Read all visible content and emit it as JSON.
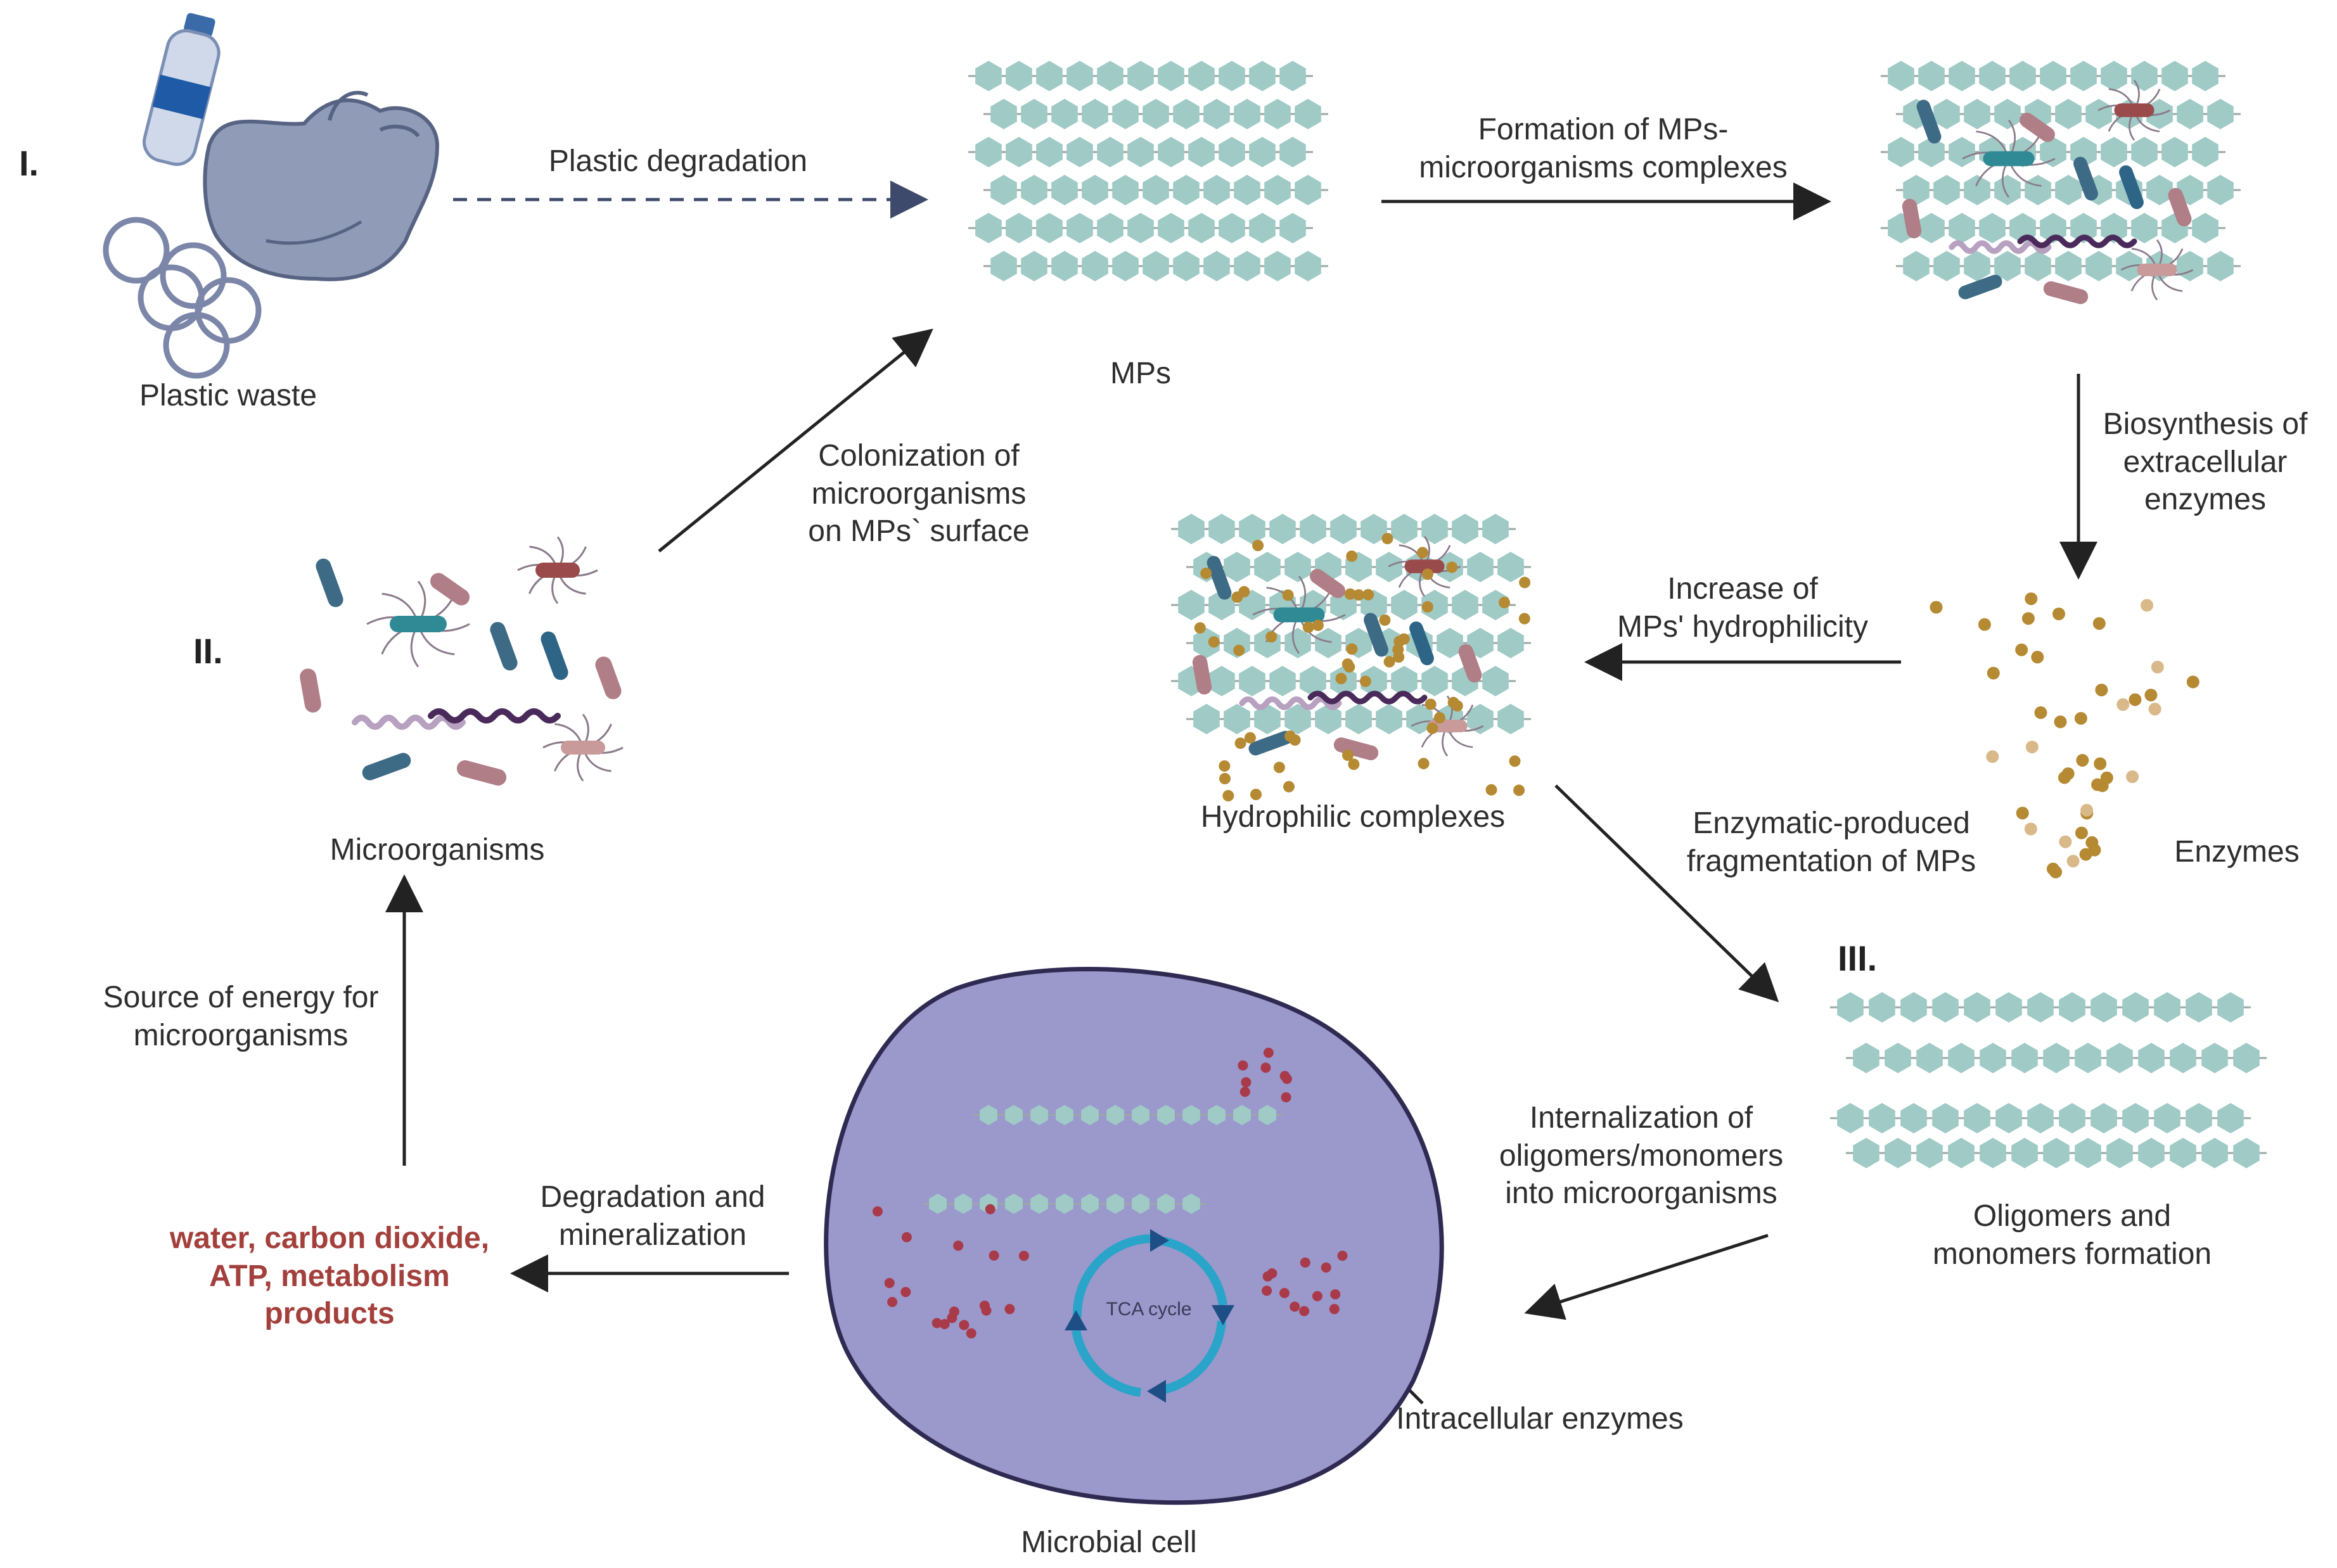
{
  "sections": {
    "s1": "I.",
    "s2": "II.",
    "s3": "III."
  },
  "labels": {
    "plastic_waste": "Plastic waste",
    "plastic_degradation": "Plastic degradation",
    "mps": "MPs",
    "formation": "Formation of MPs-\nmicroorganisms complexes",
    "biosynthesis": "Biosynthesis of\nextracellular\nenzymes",
    "colonization": "Colonization of\nmicroorganisms\non MPs` surface",
    "increase": "Increase of\nMPs' hydrophilicity",
    "hydrophilic": "Hydrophilic complexes",
    "microorganisms": "Microorganisms",
    "enzymatic": "Enzymatic-produced\nfragmentation of MPs",
    "enzymes": "Enzymes",
    "source": "Source of energy for\nmicroorganisms",
    "internalization": "Internalization of\noligomers/monomers\ninto microorganisms",
    "oligomers": "Oligomers and\nmonomers formation",
    "degradation": "Degradation and\nmineralization",
    "products": "water, carbon dioxide,\nATP, metabolism\nproducts",
    "tca": "TCA cycle",
    "intracellular": "Intracellular enzymes",
    "microbial_cell": "Microbial cell"
  },
  "colors": {
    "hexagon": "#9fcac6",
    "cell_fill": "#9b98cc",
    "cell_stroke": "#2e2a52",
    "enzyme": "#b58a33",
    "red_dot": "#a83a4a",
    "products_text": "#a3403c",
    "arrow": "#222222"
  },
  "icons": [
    "water-bottle-icon",
    "plastic-bag-icon",
    "six-pack-rings-icon",
    "bacteria-icon"
  ]
}
